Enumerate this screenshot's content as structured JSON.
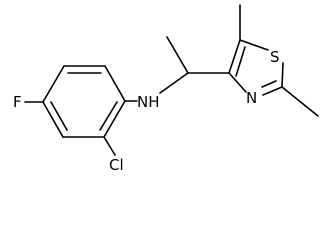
{
  "diagram_type": "chemical-structure",
  "atoms": {
    "fluorine": "F",
    "chlorine": "Cl",
    "amine": "NH",
    "sulfur": "S",
    "nitrogen": "N"
  },
  "colors": {
    "bond": "#000000",
    "label": "#000000",
    "background": "#ffffff"
  }
}
